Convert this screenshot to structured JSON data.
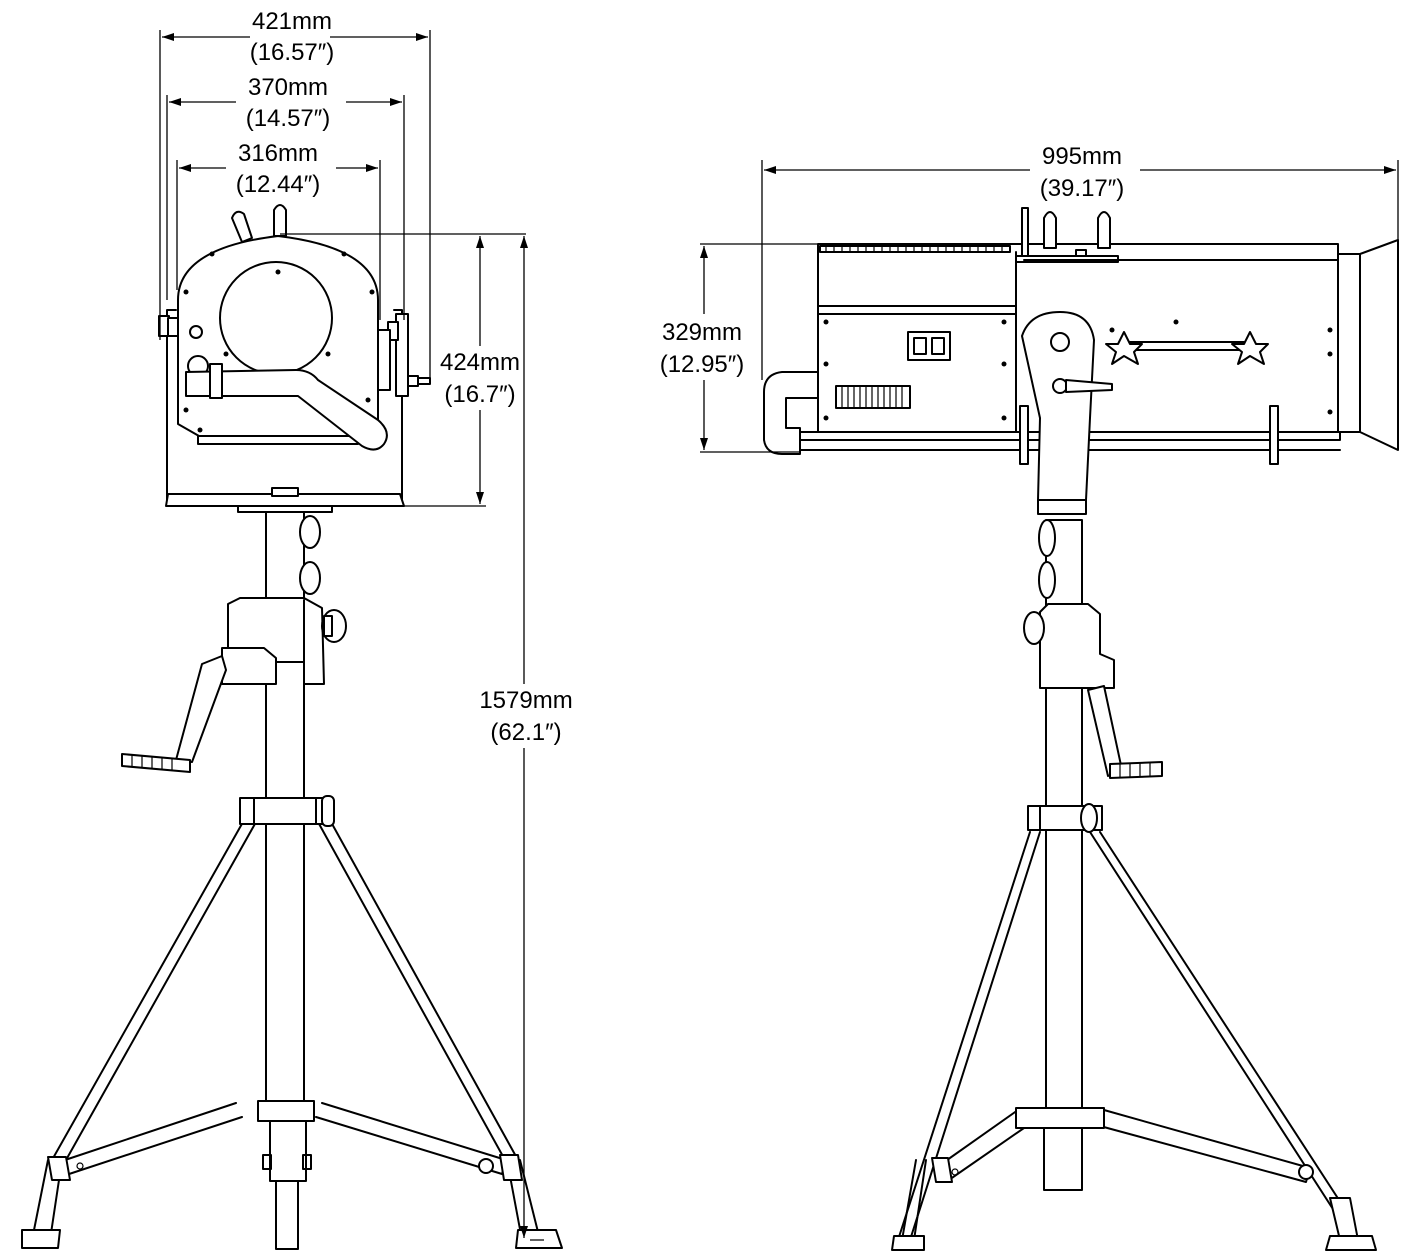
{
  "front_view": {
    "width_outer": {
      "mm": "421mm",
      "in": "(16.57″)"
    },
    "width_mid": {
      "mm": "370mm",
      "in": "(14.57″)"
    },
    "width_inner": {
      "mm": "316mm",
      "in": "(12.44″)"
    },
    "head_height": {
      "mm": "424mm",
      "in": "(16.7″)"
    },
    "total_height": {
      "mm": "1579mm",
      "in": "(62.1″)"
    }
  },
  "side_view": {
    "length": {
      "mm": "995mm",
      "in": "(39.17″)"
    },
    "body_height": {
      "mm": "329mm",
      "in": "(12.95″)"
    }
  }
}
